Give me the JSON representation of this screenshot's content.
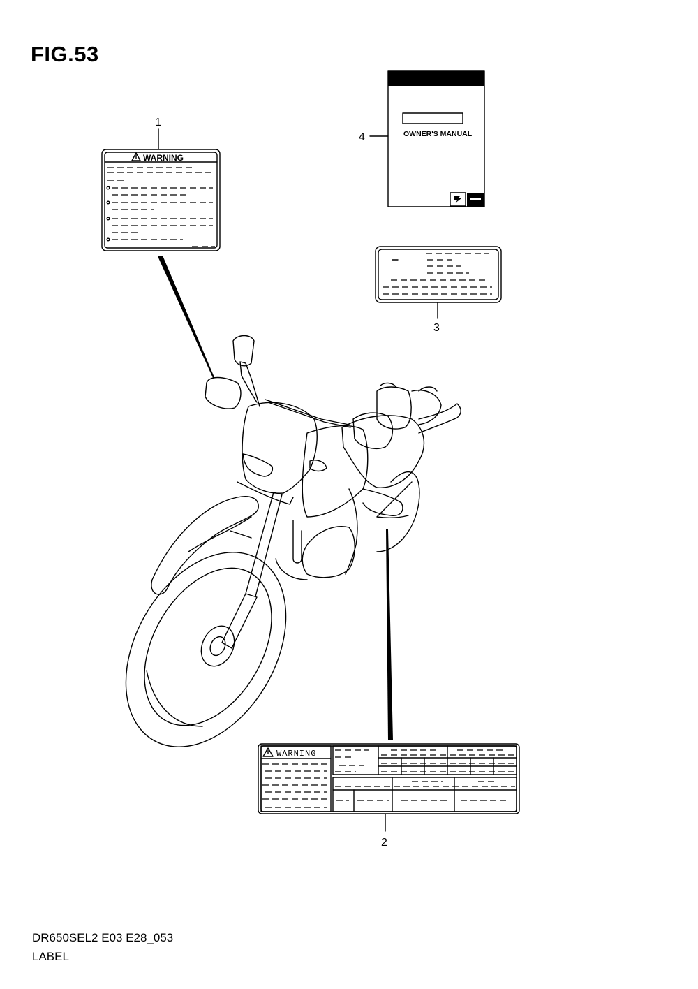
{
  "figure": {
    "title": "FIG.53",
    "model_code": "DR650SEL2 E03 E28_053",
    "section_name": "LABEL"
  },
  "callouts": {
    "c1": "1",
    "c2": "2",
    "c3": "3",
    "c4": "4"
  },
  "labels": {
    "warning_label_1_heading": "WARNING",
    "warning_label_2_heading": "WARNING",
    "owners_manual_title": "OWNER'S MANUAL"
  },
  "icons": {
    "warning_triangle": "warning-triangle-icon",
    "brand_logo": "suzuki-logo-icon"
  }
}
